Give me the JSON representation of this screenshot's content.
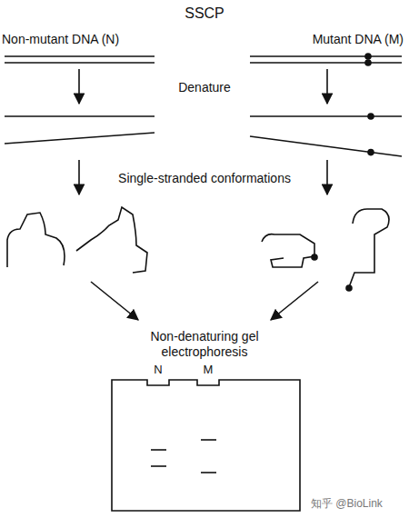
{
  "diagram": {
    "title": "SSCP",
    "nodes": [
      {
        "text": [
          "N",
          "M"
        ]
      }
    ],
    "edges": [],
    "labels": [
      "Non-mutant DNA (N)",
      "Mutant DNA (M)",
      "Denature",
      "Single-stranded conformations",
      "Non-denaturing gel electrophoresis",
      "知乎 @BioLink"
    ]
  }
}
